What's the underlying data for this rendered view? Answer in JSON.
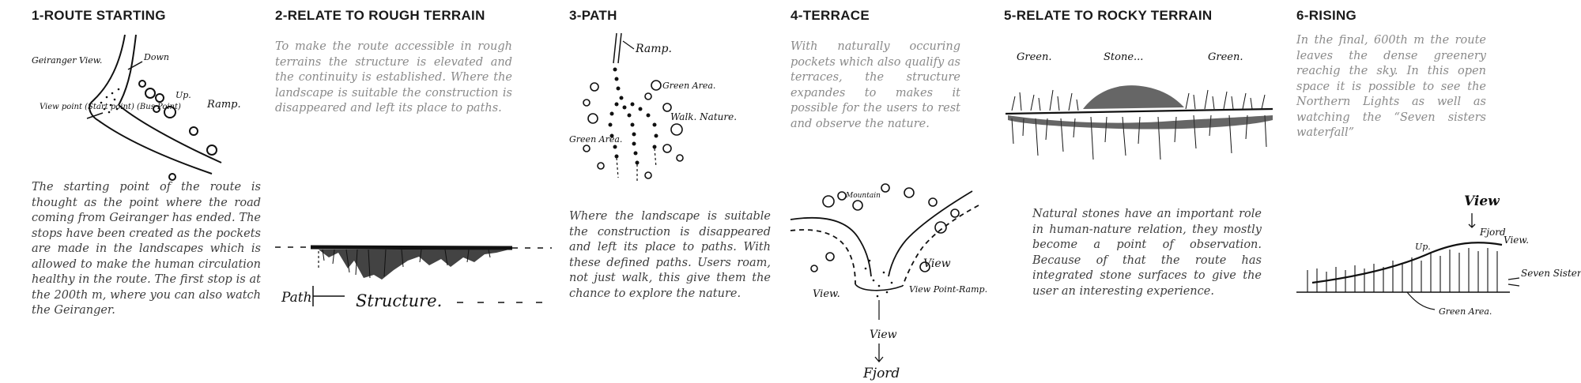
{
  "panels": [
    {
      "title": "1-ROUTE STARTING",
      "text": "The starting point of the route is thought as the point where the road coming from Geiranger has ended. The stops have been created as the pockets are made in the landscapes which is allowed to make the human circulation healthy in the route. The first stop is at the 200th m, where you can also watch the Geiranger.",
      "labels": [
        "Geiranger View.",
        "Down",
        "View point (Start point) (Bus Point)",
        "Up.",
        "Ramp."
      ]
    },
    {
      "title": "2-RELATE TO ROUGH TERRAIN",
      "text": "To make the route accessible in rough terrains the structure is elevated and the continuity is established. Where the landscape is suitable the construction is disappeared and left its place to paths.",
      "labels": [
        "Path",
        "Structure."
      ]
    },
    {
      "title": "3-PATH",
      "text": "Where the landscape is suitable the construction is disappeared and left its place to paths. With these defined paths. Users roam, not just walk, this give them the chance to explore the nature.",
      "labels": [
        "Ramp.",
        "Green Area.",
        "Walk. Nature.",
        "Green Area."
      ]
    },
    {
      "title": "4-TERRACE",
      "text": "With naturally occuring pockets which also qualify as terraces, the structure expandes to makes it possible for the users to rest and observe the nature.",
      "labels": [
        "Mountain",
        "View",
        "View.",
        "View Point-Ramp.",
        "View",
        "Fjord"
      ]
    },
    {
      "title": "5-RELATE TO ROCKY TERRAIN",
      "text": "Natural stones have an important role in human-nature relation, they mostly become a point of observation. Because of that the route has integrated stone surfaces to give the user an interesting experience.",
      "labels": [
        "Green.",
        "Stone...",
        "Green."
      ]
    },
    {
      "title": "6-RISING",
      "text": "In the final, 600th m the route leaves the dense greenery reachig the sky. In this open space it is possible to see the Northern Lights as well as watching the “Seven sisters waterfall”",
      "labels": [
        "View",
        "Fjord",
        "View.",
        "Up.",
        "Seven Sisters Waterfall",
        "Green Area."
      ]
    }
  ],
  "colors": {
    "text_grey": "#8a8a8a",
    "text_dark": "#3d3d3d",
    "ink": "#111111"
  }
}
